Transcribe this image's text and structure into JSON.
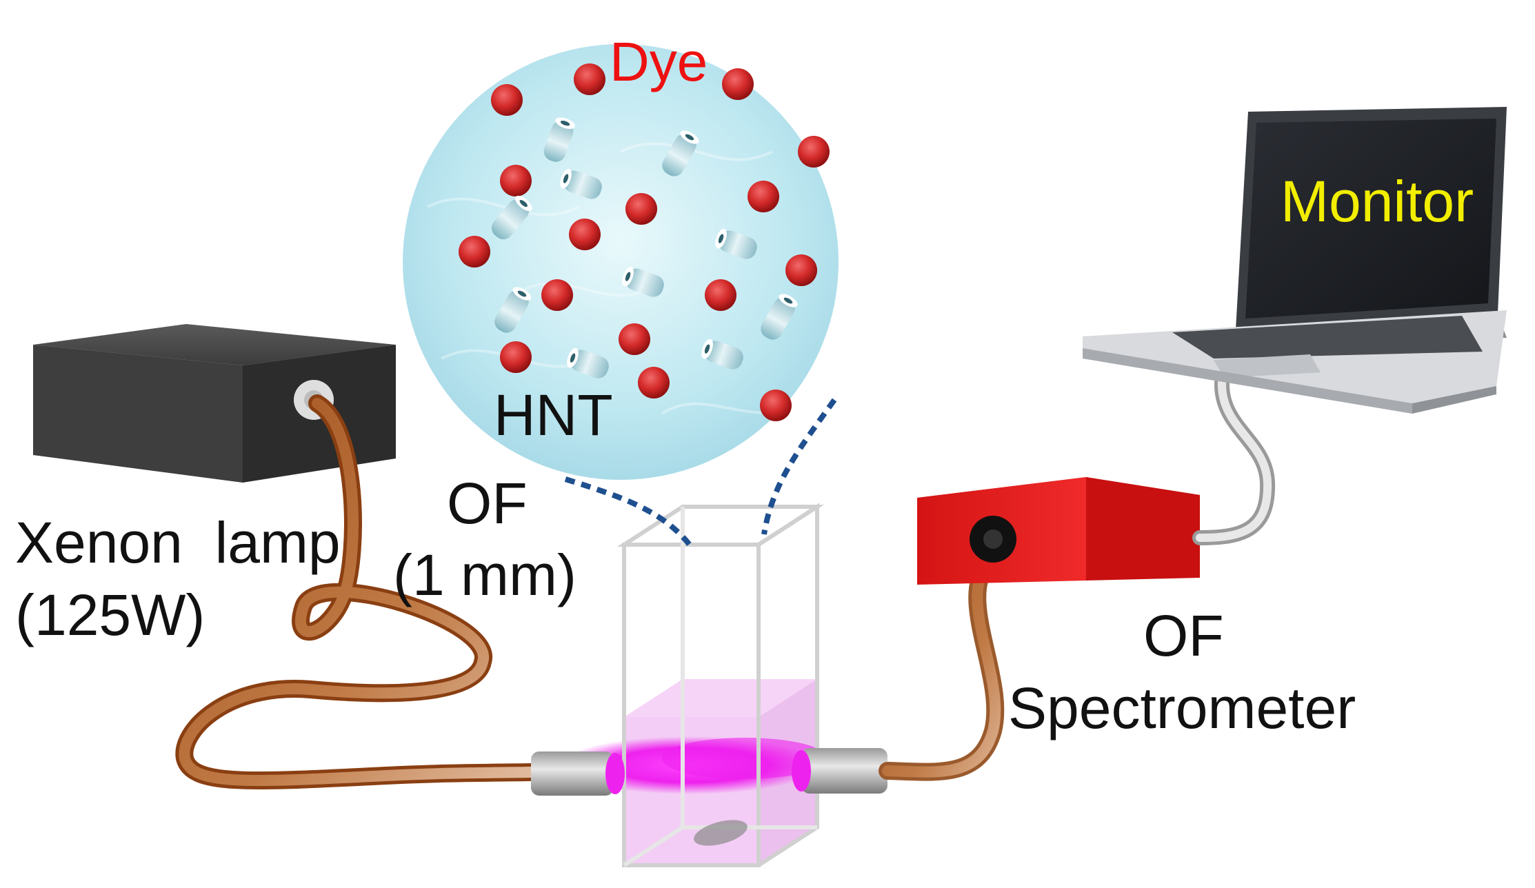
{
  "labels": {
    "dye": "Dye",
    "hnt": "HNT",
    "monitor": "Monitor",
    "lamp_name": "Xenon  lamp",
    "lamp_power": "(125W)",
    "fiber_input_name": "OF",
    "fiber_input_size": "(1 mm)",
    "spectrometer_prefix": "OF",
    "spectrometer_name": "Spectrometer"
  },
  "colors": {
    "dye_particle": "#d42a2a",
    "dye_label": "#ee1111",
    "monitor_label": "#f2ee00",
    "solution_light": "#d8f3f8",
    "solution_edge": "#1e4f8f",
    "fiber": "#b56a35",
    "spectrometer": "#e11b1b",
    "lamp_box": "#3a3a3a",
    "light_beam": "#ee22ee",
    "cuvette_liquid": "#f0c0f2"
  },
  "icons": [
    "xenon-lamp-icon",
    "optical-fiber-icon",
    "cuvette-icon",
    "spectrometer-icon",
    "laptop-icon",
    "magnifier-circle-icon"
  ]
}
